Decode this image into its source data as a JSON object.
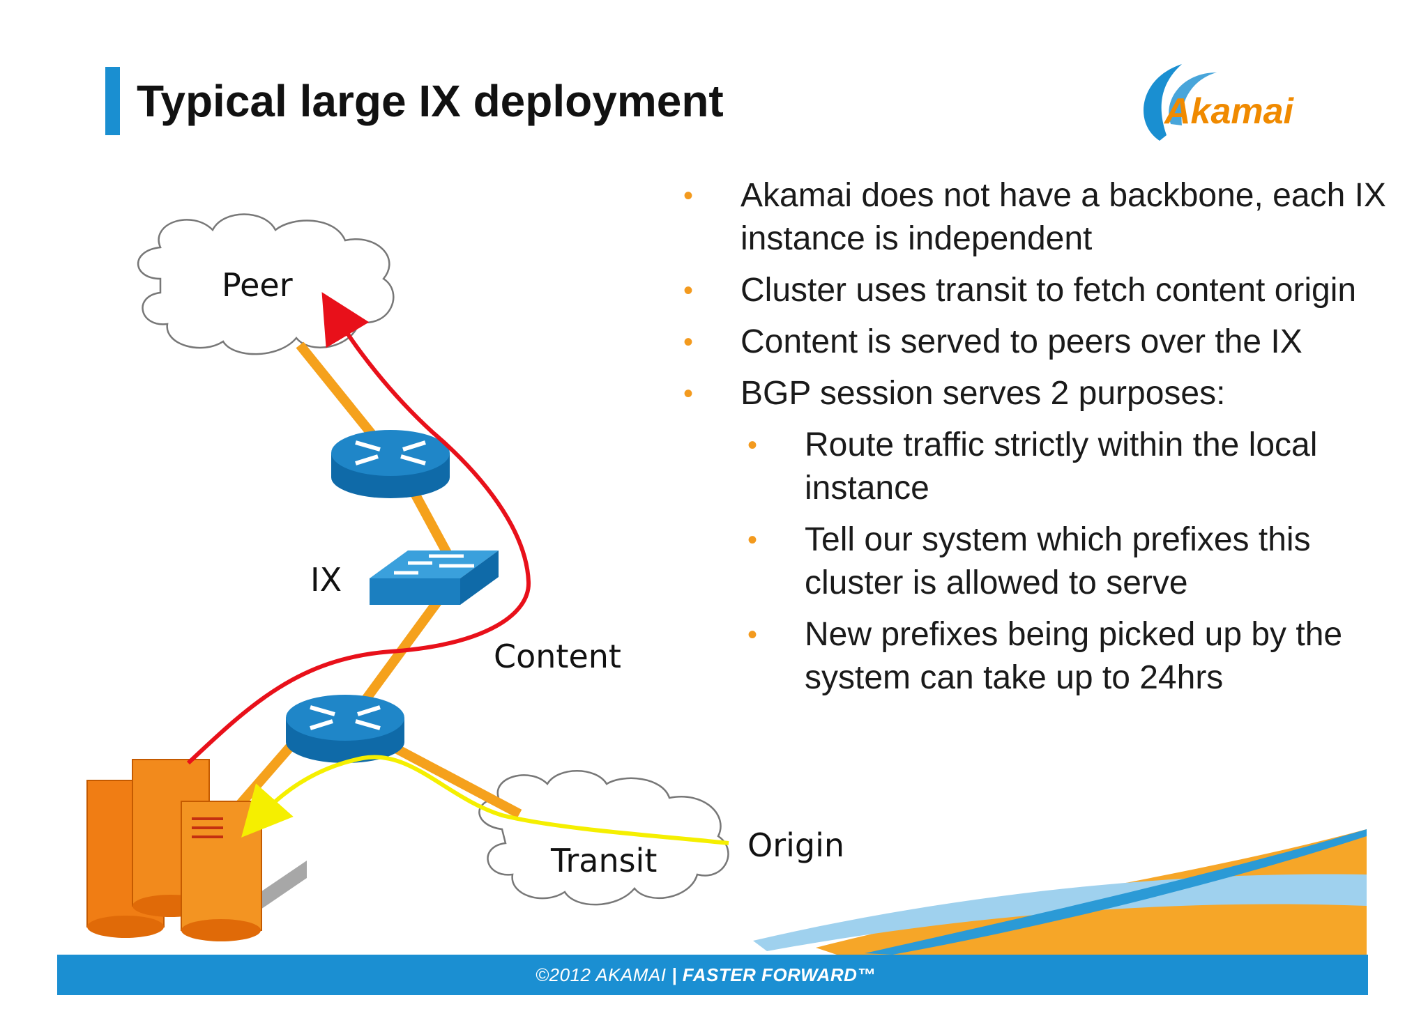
{
  "slide": {
    "title": "Typical large IX deployment",
    "logo_text": "Akamai"
  },
  "diagram": {
    "labels": {
      "peer": "Peer",
      "ix": "IX",
      "content": "Content",
      "transit": "Transit",
      "origin": "Origin"
    },
    "colors": {
      "link": "#f5a11c",
      "content_path": "#e8101a",
      "origin_path": "#f5ef00",
      "router": "#1b7fc0",
      "server": "#f07d14"
    }
  },
  "bullets": [
    {
      "level": 1,
      "text": "Akamai does not have a backbone, each IX instance is independent"
    },
    {
      "level": 1,
      "text": "Cluster uses transit to fetch content origin"
    },
    {
      "level": 1,
      "text": "Content is served to peers over the IX"
    },
    {
      "level": 1,
      "text": "BGP session serves 2 purposes:"
    },
    {
      "level": 2,
      "text": "Route traffic strictly within the local instance"
    },
    {
      "level": 2,
      "text": "Tell our system which prefixes this cluster is allowed to serve"
    },
    {
      "level": 2,
      "text": "New prefixes being picked up by the system can take up to 24hrs"
    }
  ],
  "footer": {
    "copyright": "©2012 AKAMAI",
    "separator": "|",
    "tagline": "FASTER FORWARD™"
  }
}
